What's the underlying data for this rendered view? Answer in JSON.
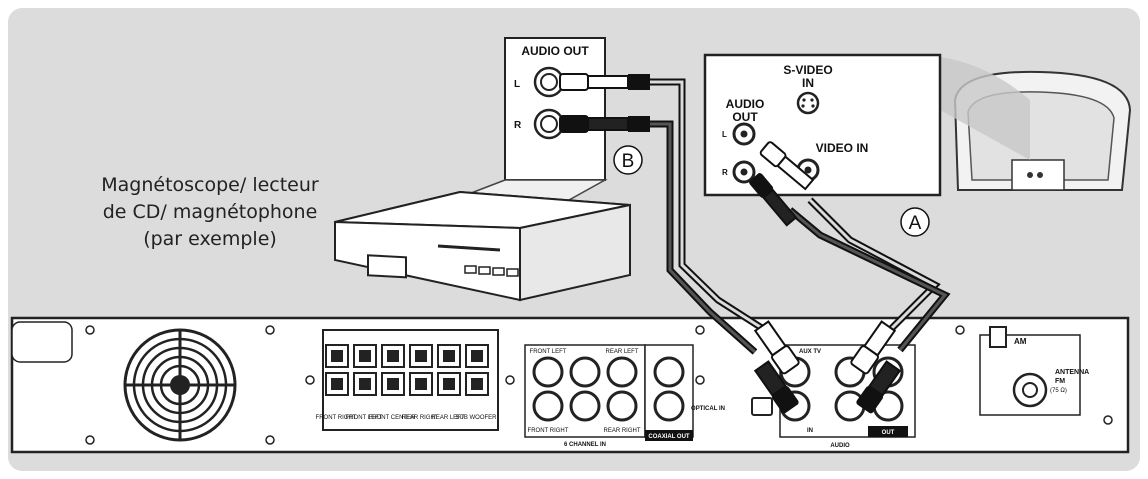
{
  "caption": {
    "line1": "Magnétoscope/ lecteur",
    "line2": "de CD/ magnétophone",
    "line3": "(par exemple)"
  },
  "markers": {
    "a": "A",
    "b": "B"
  },
  "source_panel": {
    "title": "AUDIO OUT",
    "left": "L",
    "right": "R"
  },
  "tv_panel": {
    "svideo_line1": "S-VIDEO",
    "svideo_line2": "IN",
    "audio_out_line1": "AUDIO",
    "audio_out_line2": "OUT",
    "video_in": "VIDEO IN",
    "left": "L",
    "right": "R"
  },
  "receiver": {
    "speaker_labels": [
      "FRONT RIGHT",
      "FRONT LEFT",
      "FRONT CENTER",
      "REAR RIGHT",
      "REAR LEFT",
      "SUB WOOFER"
    ],
    "six_channel_in": "6 CHANNEL IN",
    "front_left": "FRONT LEFT",
    "rear_left": "REAR LEFT",
    "front_right": "FRONT RIGHT",
    "rear_right": "REAR RIGHT",
    "coaxial_out": "COAXIAL OUT",
    "optical_in": "OPTICAL IN",
    "aux_tv": "AUX TV",
    "in": "IN",
    "out": "OUT",
    "audio": "AUDIO",
    "am": "AM",
    "antenna": "ANTENNA",
    "fm": "FM",
    "fm_ohm": "(75 Ω)"
  }
}
